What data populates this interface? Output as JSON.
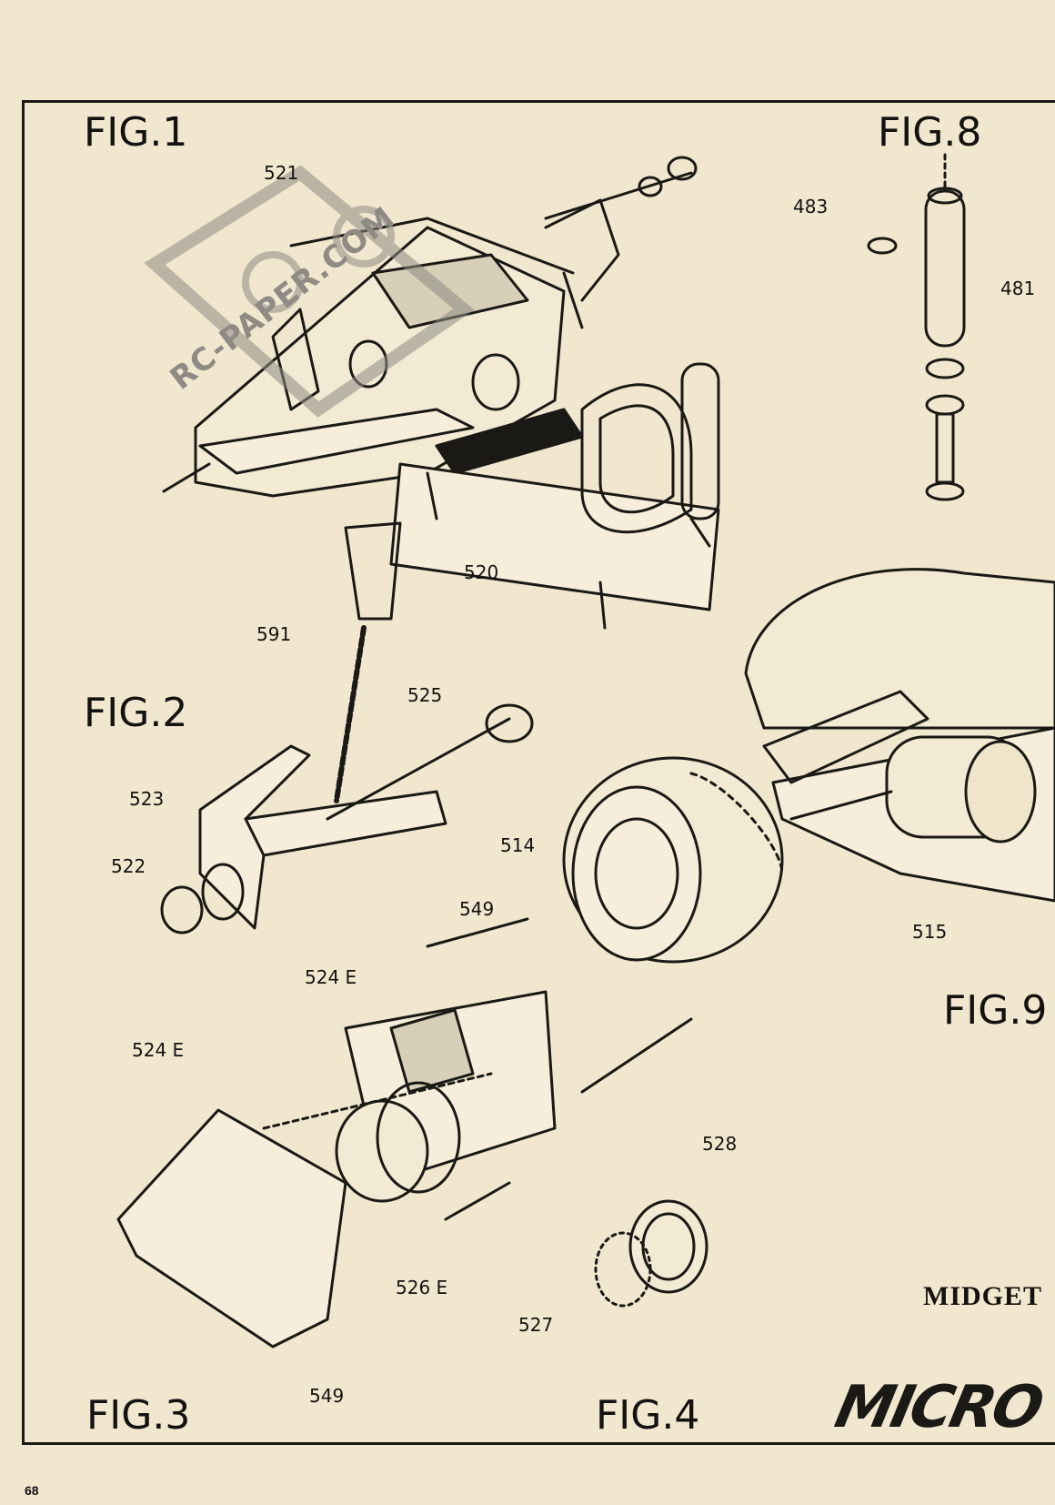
{
  "figures": {
    "fig1": "FIG.1",
    "fig2": "FIG.2",
    "fig3": "FIG.3",
    "fig4": "FIG.4",
    "fig8": "FIG.8",
    "fig9": "FIG.9"
  },
  "part_labels": {
    "p521": "521",
    "p520": "520",
    "p483": "483",
    "p481": "481",
    "p591": "591",
    "p525": "525",
    "p523": "523",
    "p522": "522",
    "p514": "514",
    "p515": "515",
    "p549a": "549",
    "p524e_top": "524 E",
    "p524e_left": "524 E",
    "p528": "528",
    "p526e": "526 E",
    "p527": "527",
    "p549b": "549"
  },
  "side_text": "MIDGET",
  "page_number": "68",
  "logo_text": "MICRO",
  "watermark_text": "RC-PAPER.COM"
}
